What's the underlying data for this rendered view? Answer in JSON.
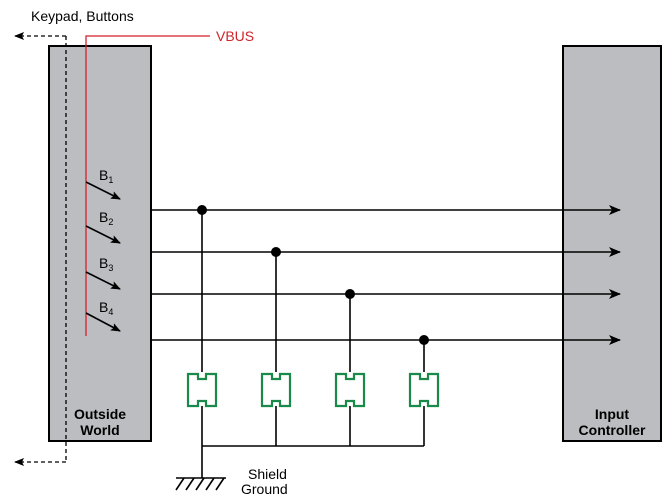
{
  "labels": {
    "keypad": "Keypad, Buttons",
    "vbus": "VBUS",
    "outside_world_line1": "Outside",
    "outside_world_line2": "World",
    "input_controller_line1": "Input",
    "input_controller_line2": "Controller",
    "shield_ground_line1": "Shield",
    "shield_ground_line2": "Ground"
  },
  "buttons": [
    {
      "letter": "B",
      "sub": "1"
    },
    {
      "letter": "B",
      "sub": "2"
    },
    {
      "letter": "B",
      "sub": "3"
    },
    {
      "letter": "B",
      "sub": "4"
    }
  ],
  "colors": {
    "box_fill": "#bcbdc0",
    "vbus": "#d2232a",
    "tvs_device": "#1a8a4a"
  }
}
